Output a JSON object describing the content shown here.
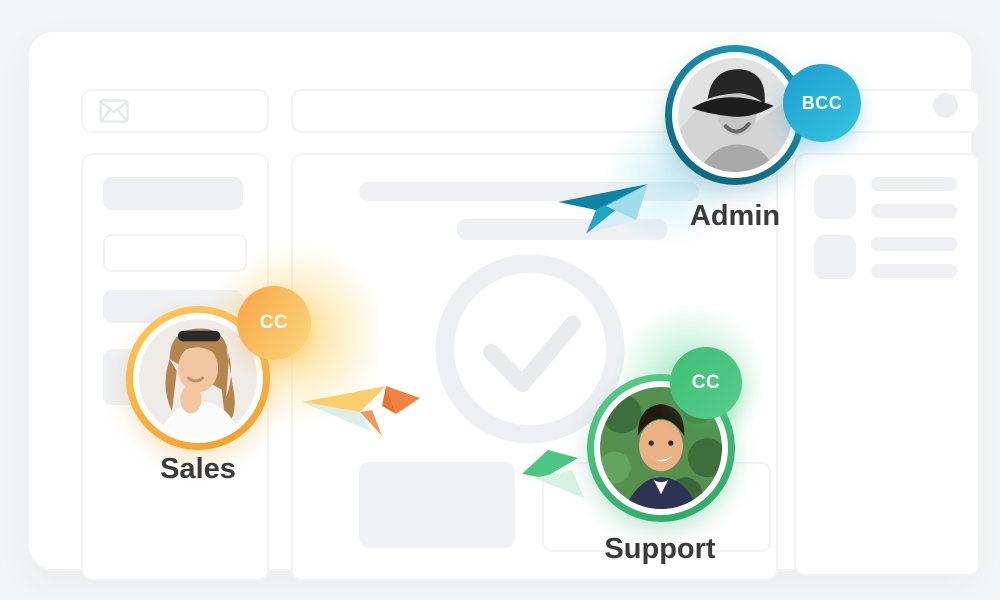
{
  "users": [
    {
      "name": "Admin",
      "badge": "BCC",
      "ring_color": "#117e97",
      "badge_color": "#23abd6"
    },
    {
      "name": "Sales",
      "badge": "CC",
      "ring_color": "#f8a839",
      "badge_color": "#f9c567"
    },
    {
      "name": "Support",
      "badge": "CC",
      "ring_color": "#3dbb79",
      "badge_color": "#4cc681"
    }
  ],
  "icons": {
    "envelope": "envelope-icon",
    "check_circle": "check-circle-icon",
    "planes": [
      "teal-paper-plane-icon",
      "orange-paper-plane-icon",
      "green-paper-plane-icon"
    ]
  },
  "colors": {
    "page_background": "#f4f5f7",
    "card_background": "#ffffff",
    "placeholder_fill": "#eef0f3",
    "placeholder_border": "#f2f3f6",
    "label_text": "#3b3b3d"
  }
}
